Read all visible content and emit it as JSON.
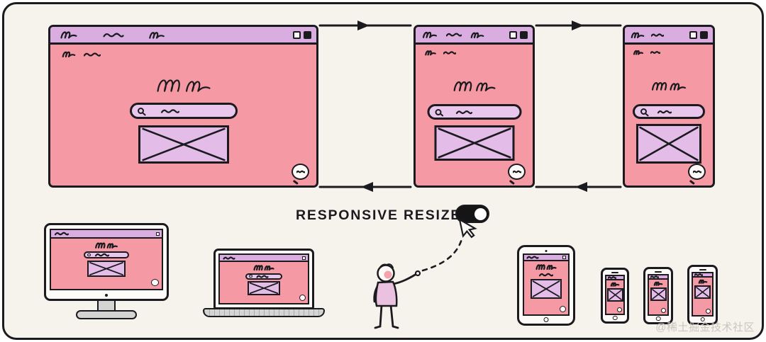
{
  "illustration": {
    "title": "RESPONSIVE RESIZE",
    "watermark": "@稀土掘金技术社区",
    "toggle_state": "on",
    "top_arrows_direction": "right",
    "bottom_arrows_direction": "left",
    "browser_windows": [
      "large",
      "medium",
      "small"
    ],
    "devices": [
      "desktop-monitor",
      "laptop",
      "tablet",
      "phone",
      "phone",
      "phone"
    ]
  },
  "icons": {
    "search": "magnifier-glass",
    "chat": "speech-bubble",
    "window_controls": "small-squares",
    "cursor": "pointer-arrow",
    "toggle": "switch"
  },
  "colors": {
    "canvas_bg": "#f6f3ec",
    "ink": "#1b1a1f",
    "window_body": "#f59aa4",
    "titlebar": "#d9ade0",
    "widget_fill": "#e9c6ec",
    "image_fill": "#e4bce8",
    "paper": "#fdfbf7",
    "device_gray": "#d4d4d2",
    "figure_shirt": "#eac2df",
    "toggle_bg": "#151515",
    "toggle_knob": "#ffffff",
    "watermark_color": "#c9c5bf"
  }
}
